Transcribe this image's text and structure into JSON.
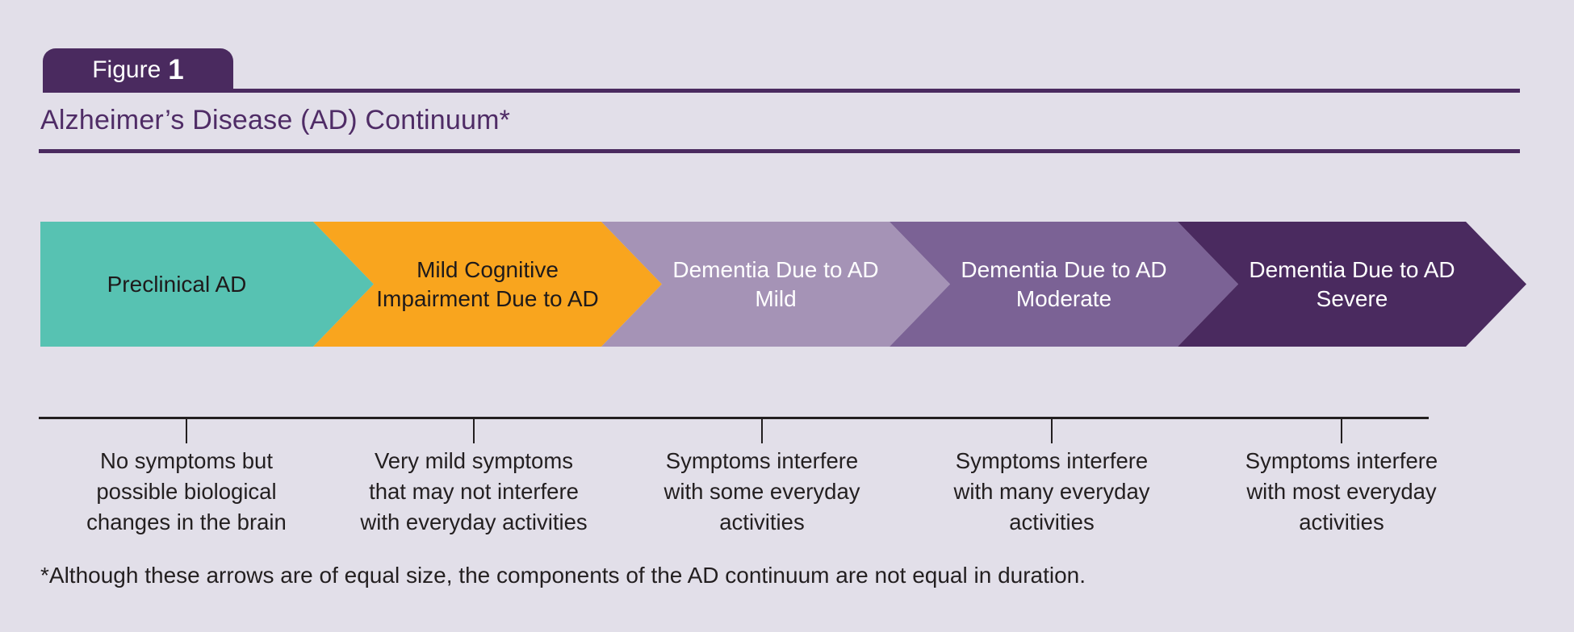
{
  "figure": {
    "tab_word": "Figure",
    "tab_number": "1"
  },
  "title": "Alzheimer’s Disease (AD) Continuum*",
  "continuum": {
    "stages": [
      {
        "label": [
          "Preclinical AD"
        ],
        "color": "#57c2b2",
        "text_color": "#1e1a1b",
        "description": [
          "No symptoms but",
          "possible biological",
          "changes in the brain"
        ]
      },
      {
        "label": [
          "Mild Cognitive",
          "Impairment Due to AD"
        ],
        "color": "#f9a51e",
        "text_color": "#1e1a1b",
        "description": [
          "Very mild symptoms",
          "that may not interfere",
          "with everyday activities"
        ]
      },
      {
        "label": [
          "Dementia Due to AD",
          "Mild"
        ],
        "color": "#a593b6",
        "text_color": "#ffffff",
        "description": [
          "Symptoms interfere",
          "with some everyday",
          "activities"
        ]
      },
      {
        "label": [
          "Dementia Due to AD",
          "Moderate"
        ],
        "color": "#7b6295",
        "text_color": "#ffffff",
        "description": [
          "Symptoms interfere",
          "with many everyday",
          "activities"
        ]
      },
      {
        "label": [
          "Dementia Due to AD",
          "Severe"
        ],
        "color": "#4a2a5f",
        "text_color": "#ffffff",
        "description": [
          "Symptoms interfere",
          "with most everyday",
          "activities"
        ]
      }
    ]
  },
  "footnote": "*Although these arrows are of equal size, the components of the AD continuum are not equal in duration.",
  "colors": {
    "background": "#e2dfe9",
    "accent_purple": "#4a2a5f",
    "title_purple": "#4f2c66",
    "axis_black": "#231f20"
  }
}
